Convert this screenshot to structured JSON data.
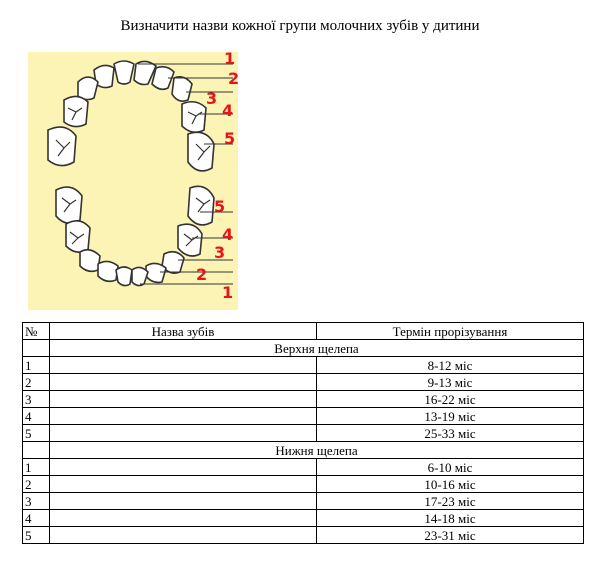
{
  "title": "Визначити  назви кожної групи молочних зубів у дитини",
  "figure": {
    "upper_labels": [
      "1",
      "2",
      "3",
      "4",
      "5"
    ],
    "lower_labels": [
      "5",
      "4",
      "3",
      "2",
      "1"
    ],
    "label_color": "#e8141c",
    "background": "#fbf4b4"
  },
  "table": {
    "headers": [
      "№",
      "Назва зубів",
      "Термін прорізування"
    ],
    "upper_section": "Верхня щелепа",
    "upper_rows": [
      {
        "num": "1",
        "name": "",
        "term": "8-12 міс"
      },
      {
        "num": "2",
        "name": "",
        "term": "9-13 міс"
      },
      {
        "num": "3",
        "name": "",
        "term": "16-22 міс"
      },
      {
        "num": "4",
        "name": "",
        "term": "13-19 міс"
      },
      {
        "num": "5",
        "name": "",
        "term": "25-33 міс"
      }
    ],
    "lower_section": "Нижня щелепа",
    "lower_rows": [
      {
        "num": "1",
        "name": "",
        "term": "6-10 міс"
      },
      {
        "num": "2",
        "name": "",
        "term": "10-16 міс"
      },
      {
        "num": "3",
        "name": "",
        "term": "17-23 міс"
      },
      {
        "num": "4",
        "name": "",
        "term": "14-18 міс"
      },
      {
        "num": "5",
        "name": "",
        "term": "23-31 міс"
      }
    ]
  }
}
